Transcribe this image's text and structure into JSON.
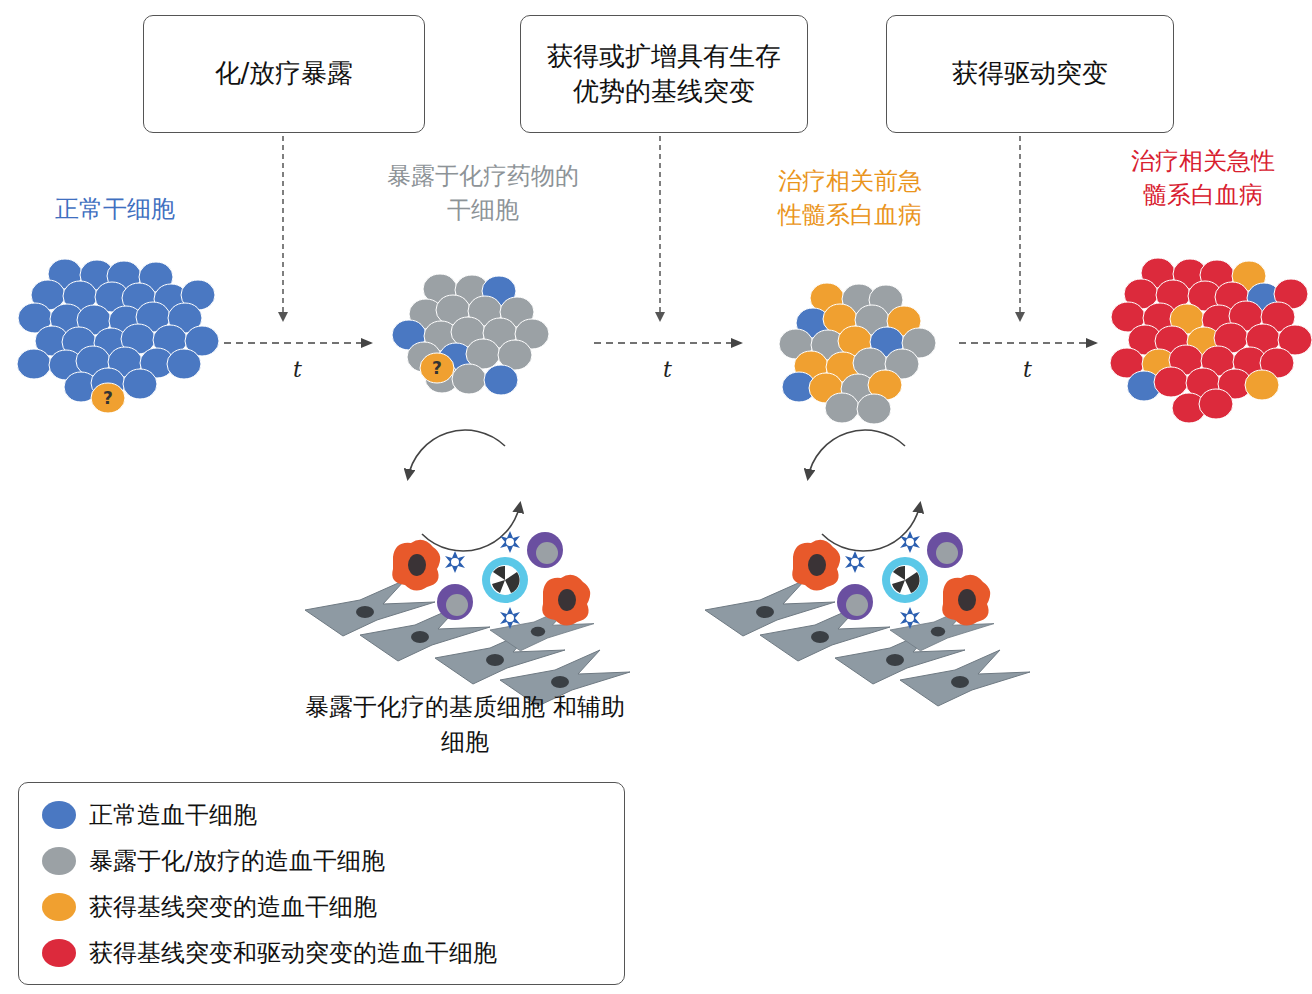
{
  "diagram": {
    "nodes": [
      {
        "text": [
          "化/放疗暴露"
        ]
      },
      {
        "text": [
          "获得或扩增具有生存优势的基线突变"
        ]
      },
      {
        "text": [
          "获得驱动突变"
        ]
      },
      {
        "text": [
          "正常干细胞"
        ]
      },
      {
        "text": [
          "暴露于化疗药物的干细胞"
        ]
      },
      {
        "text": [
          "治疗相关前急性髓系白血病"
        ]
      },
      {
        "text": [
          "治疗相关急性髓系白血病"
        ]
      }
    ],
    "edges": [
      {
        "from": 3,
        "to": 4,
        "label": "t",
        "arrow": "to"
      },
      {
        "from": 4,
        "to": 5,
        "label": "t",
        "arrow": "to"
      },
      {
        "from": 5,
        "to": 6,
        "label": "t",
        "arrow": "to"
      }
    ],
    "labels": [
      "?",
      "?",
      "暴露于化疗的基质细胞 和辅助细胞"
    ],
    "legend": [
      {
        "text": "正常造血干细胞",
        "color": "#4a78c2"
      },
      {
        "text": "暴露于化/放疗的造血干细胞",
        "color": "#9ba1a5"
      },
      {
        "text": "获得基线突变的造血干细胞",
        "color": "#f0a030"
      },
      {
        "text": "获得基线突变和驱动突变的造血干细胞",
        "color": "#dc2a3c"
      }
    ]
  }
}
